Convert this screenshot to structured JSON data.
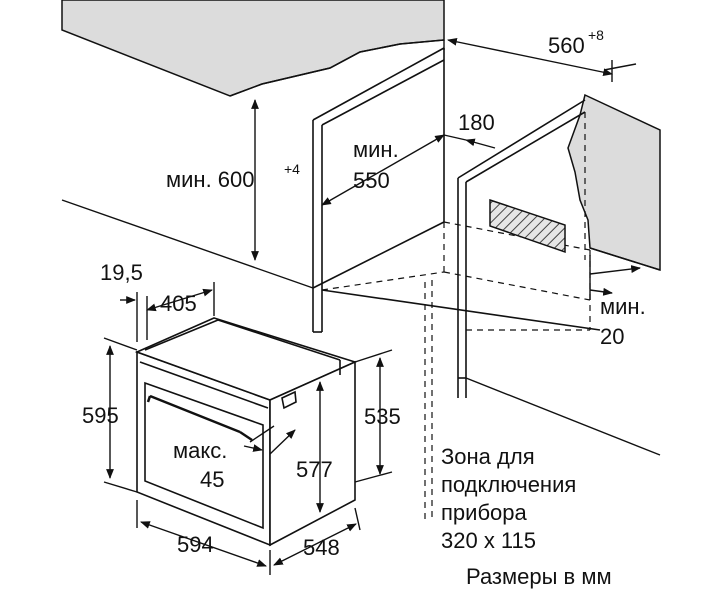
{
  "labels": {
    "width_top": "560",
    "width_top_tol": "+8",
    "min_height_prefix": "мин. 600",
    "min_height_tol": "+4",
    "min_prefix": "мин.",
    "depth_550": "550",
    "gap_180": "180",
    "min_word_right": "мин.",
    "min_20": "20",
    "oven_19_5": "19,5",
    "oven_405": "405",
    "oven_595": "595",
    "oven_535": "535",
    "oven_577": "577",
    "max_word": "макс.",
    "max_45": "45",
    "oven_594": "594",
    "oven_548": "548",
    "zone_line1": "Зона для",
    "zone_line2": "подключения",
    "zone_line3": "прибора",
    "zone_line4": "320 x 115",
    "units_note": "Размеры в мм"
  },
  "colors": {
    "counter_fill": "#dcdcdc",
    "line": "#111111",
    "hatch": "#444444"
  }
}
